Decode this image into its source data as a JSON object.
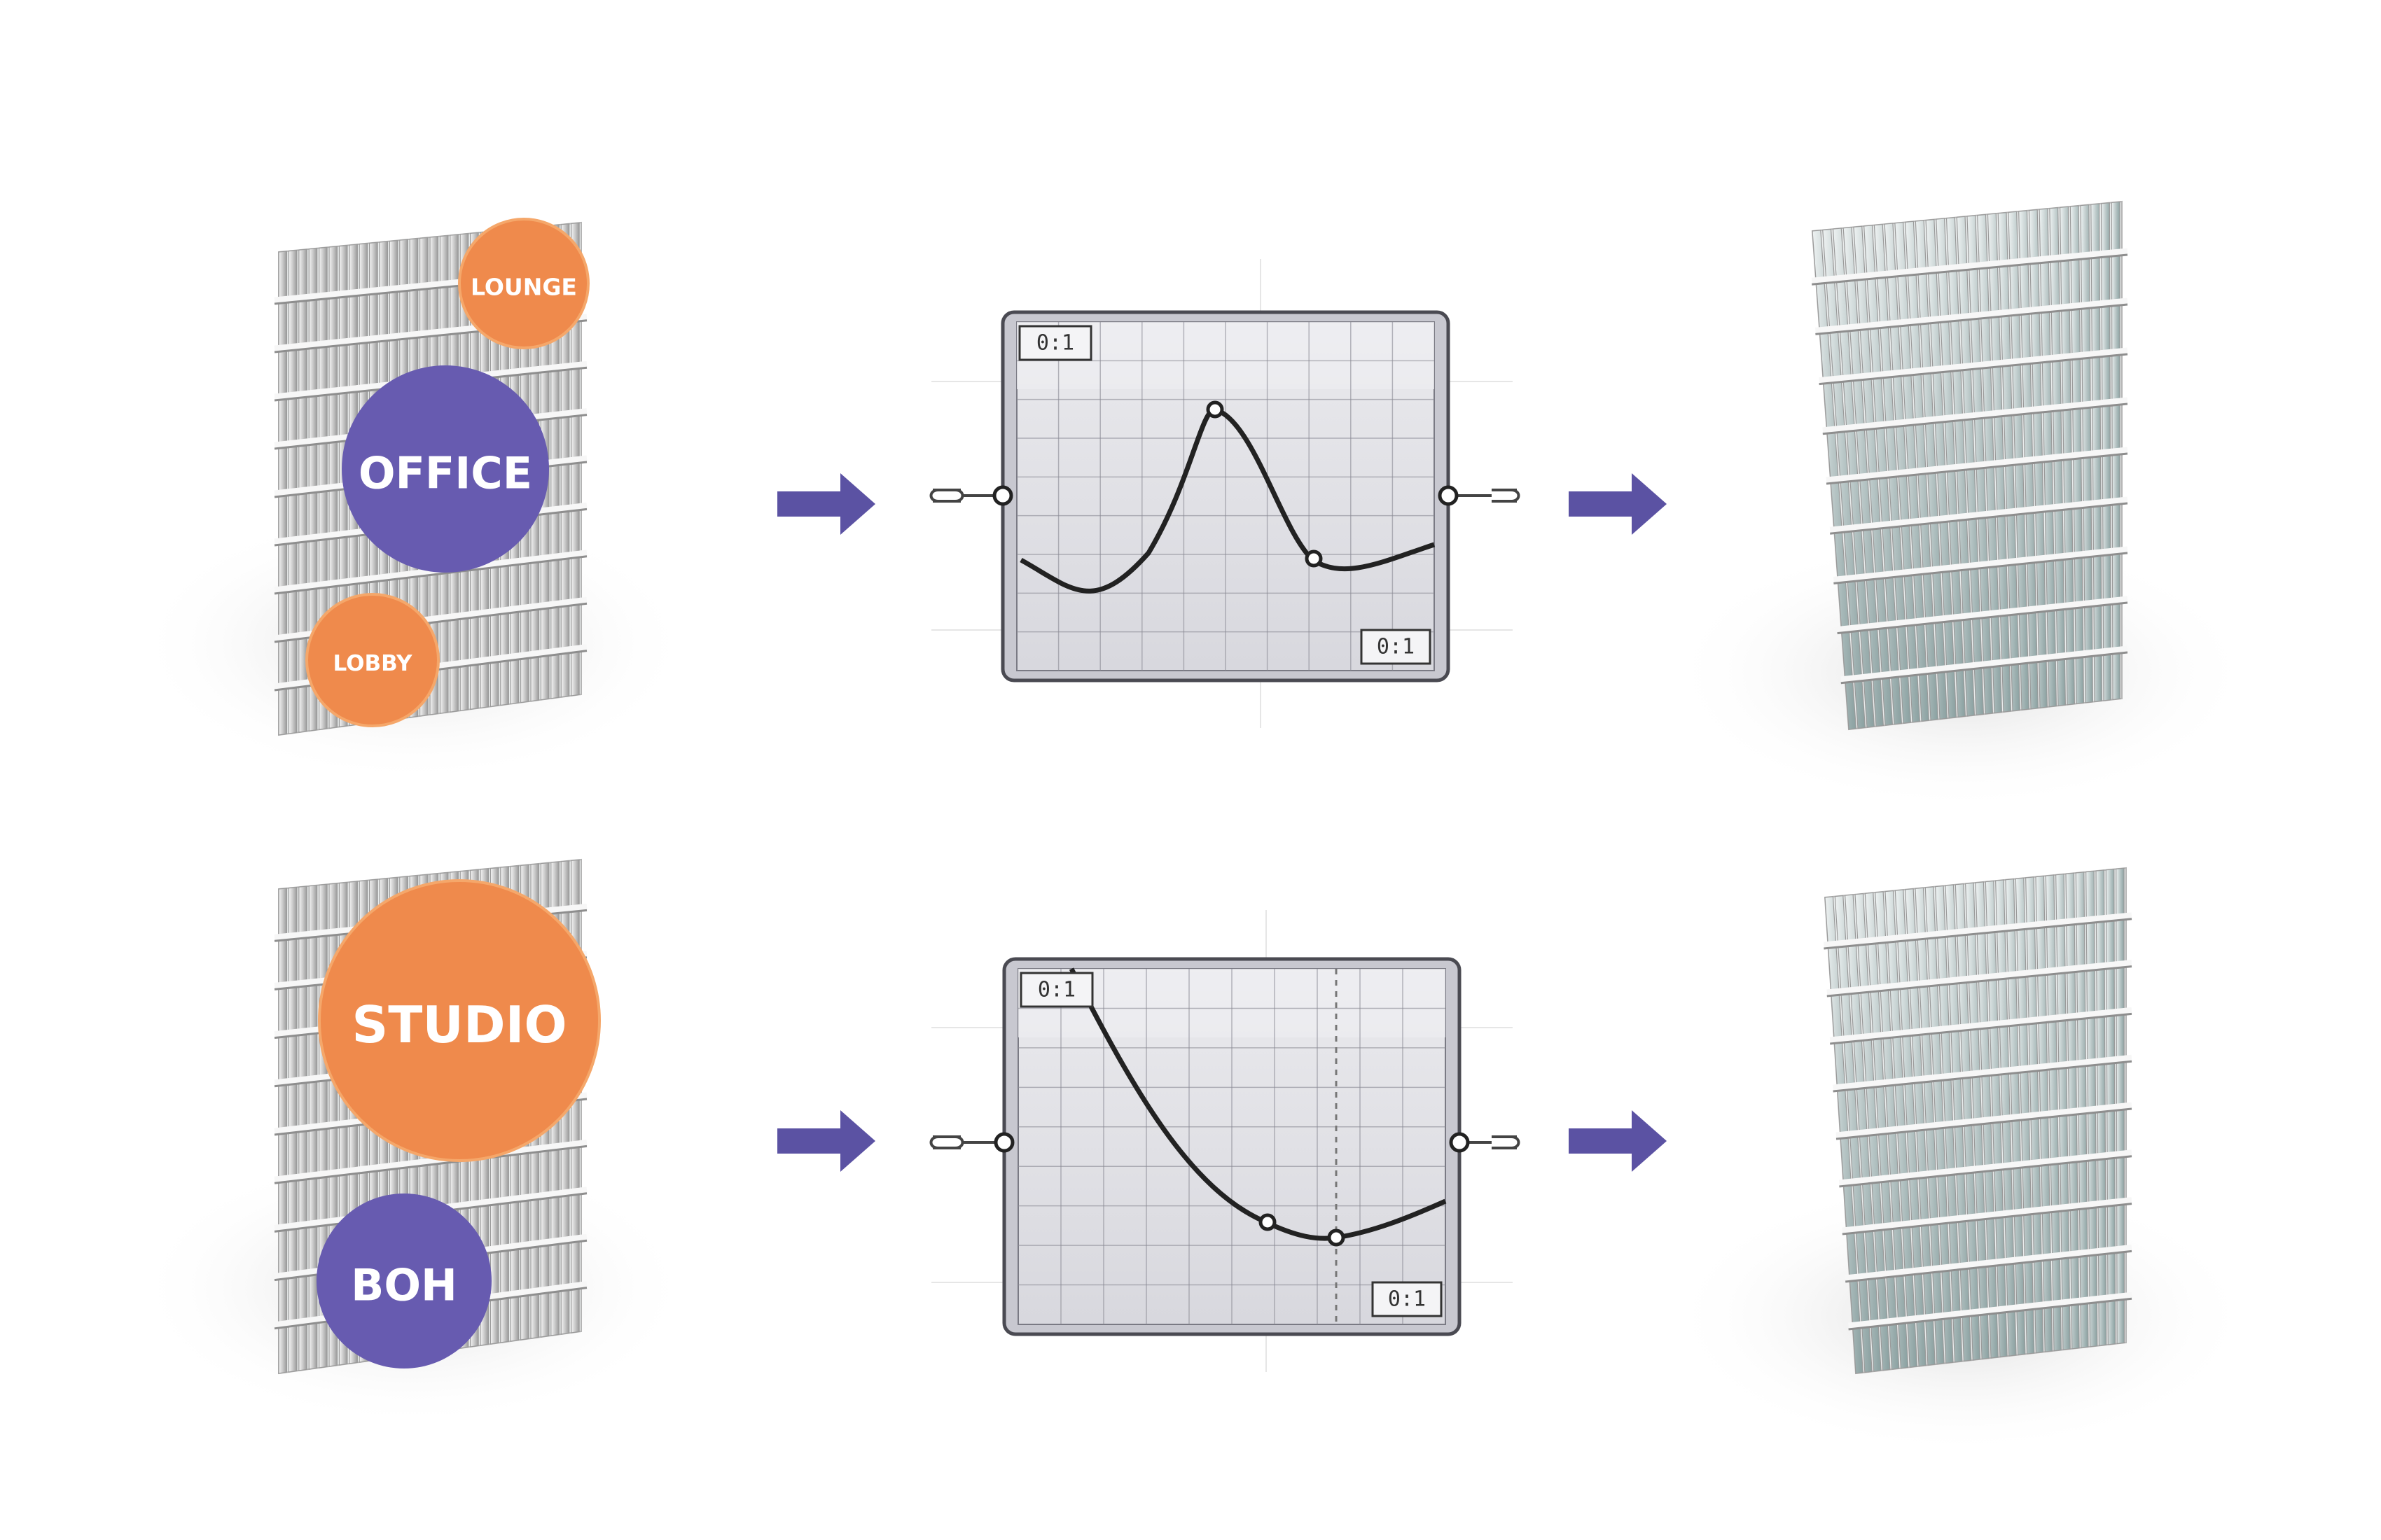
{
  "colors": {
    "orange_zone": "#ef8a4c",
    "purple_zone": "#675bb0",
    "arrow": "#5b52a3",
    "graph_frame": "#4a4a52",
    "curve": "#222222"
  },
  "rows": [
    {
      "zones": [
        {
          "label": "LOUNGE",
          "color": "orange"
        },
        {
          "label": "OFFICE",
          "color": "purple"
        },
        {
          "label": "LOBBY",
          "color": "orange"
        }
      ],
      "graph": {
        "label_top": "0:1",
        "label_bottom": "0:1",
        "curve_type": "bell"
      },
      "arrow_left": "right-arrow-icon",
      "arrow_right": "right-arrow-icon"
    },
    {
      "zones": [
        {
          "label": "STUDIO",
          "color": "orange"
        },
        {
          "label": "BOH",
          "color": "purple"
        }
      ],
      "graph": {
        "label_top": "0:1",
        "label_bottom": "0:1",
        "curve_type": "descending"
      },
      "arrow_left": "right-arrow-icon",
      "arrow_right": "right-arrow-icon"
    }
  ]
}
